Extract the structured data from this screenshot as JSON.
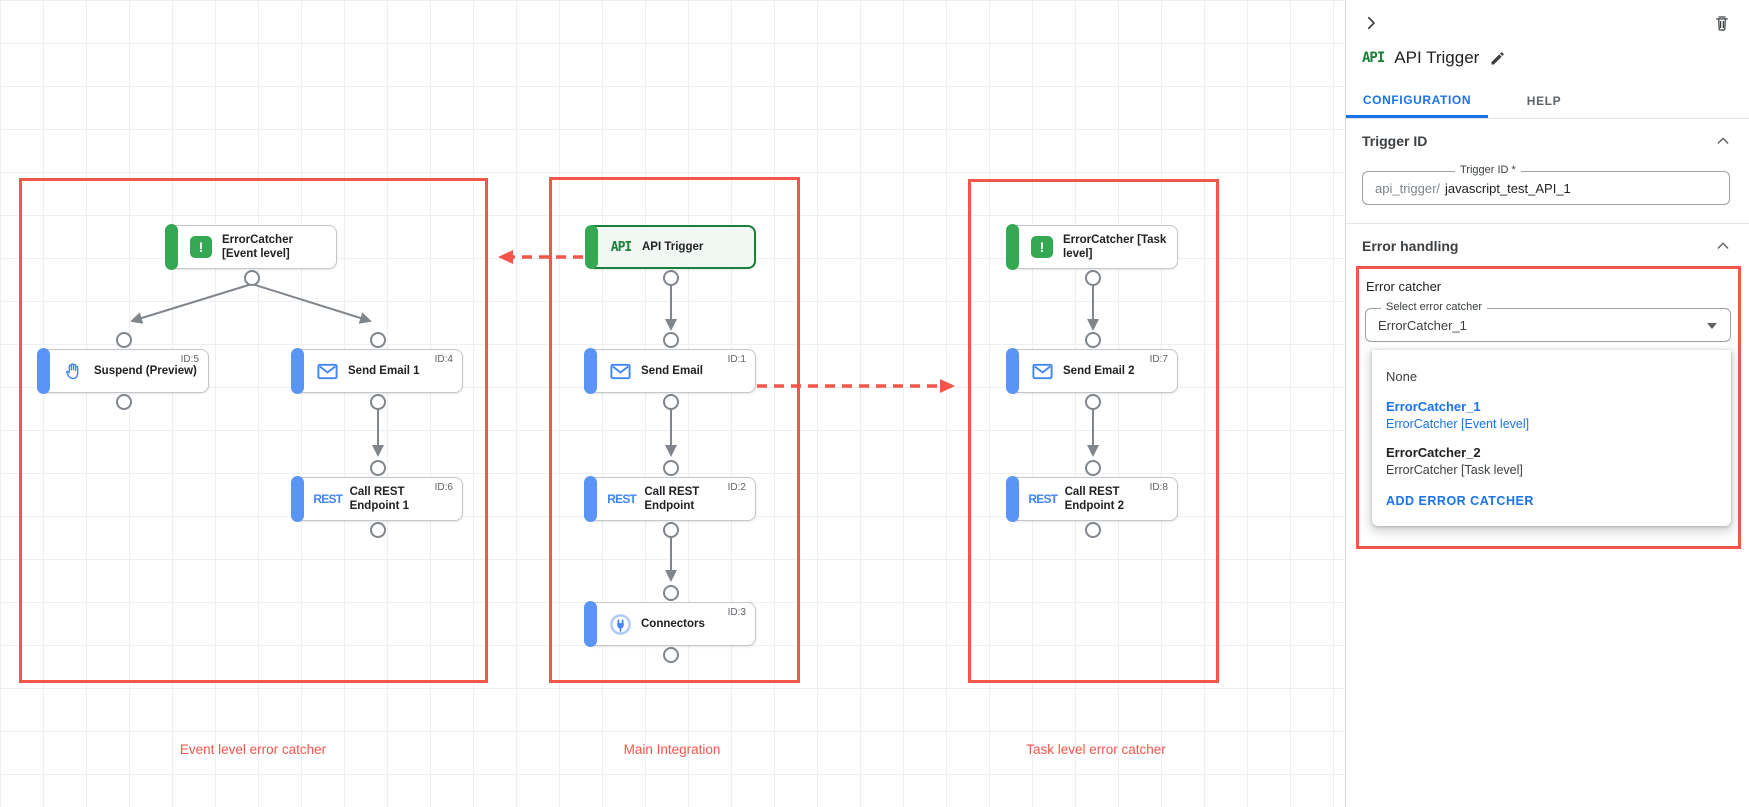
{
  "canvas": {
    "groups": {
      "event": {
        "label": "Event level error catcher"
      },
      "main": {
        "label": "Main Integration"
      },
      "task": {
        "label": "Task level error catcher"
      }
    },
    "nodes": {
      "ec_event": {
        "title": "ErrorCatcher [Event level]"
      },
      "suspend": {
        "title": "Suspend (Preview)",
        "id": "ID:5"
      },
      "send_email_1": {
        "title": "Send Email 1",
        "id": "ID:4"
      },
      "rest_1": {
        "title": "Call REST Endpoint 1",
        "id": "ID:6"
      },
      "api_trigger": {
        "title": "API Trigger",
        "icon_text": "API"
      },
      "send_email": {
        "title": "Send Email",
        "id": "ID:1"
      },
      "rest": {
        "title": "Call REST Endpoint",
        "id": "ID:2",
        "icon_text": "REST"
      },
      "connectors": {
        "title": "Connectors",
        "id": "ID:3"
      },
      "ec_task": {
        "title": "ErrorCatcher [Task level]"
      },
      "send_email_2": {
        "title": "Send Email 2",
        "id": "ID:7"
      },
      "rest_2": {
        "title": "Call REST Endpoint 2",
        "id": "ID:8",
        "icon_text": "REST"
      },
      "rest_icon_text": "REST"
    },
    "colors": {
      "group_red": "#f4564a",
      "node_blue": "#5a95f5",
      "node_green": "#34a853",
      "dot_red": "#d93025"
    }
  },
  "panel": {
    "title": "API Trigger",
    "title_badge": "API",
    "tabs": {
      "configuration": "CONFIGURATION",
      "help": "HELP"
    },
    "trigger_id": {
      "heading": "Trigger ID",
      "field_label": "Trigger ID *",
      "field_prefix": "api_trigger/",
      "field_value": "javascript_test_API_1"
    },
    "error_handling": {
      "heading": "Error handling",
      "error_catcher_label": "Error catcher",
      "select_label": "Select error catcher",
      "select_value": "ErrorCatcher_1",
      "dropdown": {
        "none": "None",
        "opt1_name": "ErrorCatcher_1",
        "opt1_desc": "ErrorCatcher [Event level]",
        "opt2_name": "ErrorCatcher_2",
        "opt2_desc": "ErrorCatcher [Task level]",
        "add_button": "ADD ERROR CATCHER"
      }
    }
  }
}
